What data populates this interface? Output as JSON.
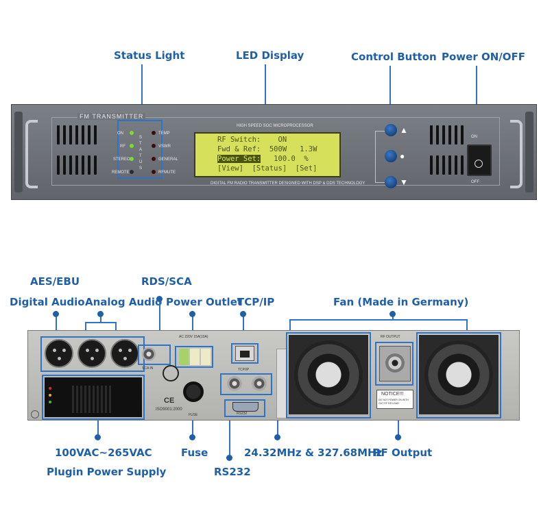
{
  "callouts_top": {
    "status_light": "Status Light",
    "led_display": "LED Display",
    "control_button": "Control Button",
    "power_on_off": "Power ON/OFF"
  },
  "front_panel": {
    "brand": "FM TRANSMITTER",
    "top_caption": "HIGH SPEED SOC MICROPROCESSOR",
    "bottom_caption": "DIGITAL FM RADIO TRANSMITTER DESIGNED WITH DSP & DDS TECHNOLOGY",
    "status_left": [
      "ON",
      "RF",
      "STEREO",
      "REMOTE"
    ],
    "status_right": [
      "TEMP",
      "VSWR",
      "GENERAL",
      "RFMUTE"
    ],
    "status_vertical": "STATUS",
    "lcd_lines": [
      "RF Switch:    ON",
      "Fwd & Ref:  500W   1.3W",
      "Power Set:   100.0  %",
      "[View]  [Status]  [Set]"
    ],
    "lcd_highlight": "Power Set:",
    "power_on": "ON",
    "power_off": "OFF",
    "colors": {
      "panel": "#6f737a",
      "lcd": "#d6e05a",
      "button": "#1c4f95",
      "accent": "#2f73c9"
    }
  },
  "callouts_bottom": {
    "aes_ebu": "AES/EBU",
    "digital_audio": "Digital Audio",
    "analog_audio": "Analog Audio",
    "rds_sca": "RDS/SCA",
    "power_outlet": "Power Outlet",
    "tcp_ip": "TCP/IP",
    "fan": "Fan (Made in Germany)",
    "voltage": "100VAC~265VAC",
    "plugin_psu": "Plugin Power Supply",
    "fuse": "Fuse",
    "rs232": "RS232",
    "frequency": "24.32MHz & 327.68MHz",
    "rf_output": "RF Output"
  },
  "rear_panel": {
    "sca_in": "SCA IN",
    "fuse_label": "FUSE",
    "tcpip_label": "TCP/IP",
    "rs232_label": "RS232",
    "ac_label": "AC 220V 15A(10A)",
    "rf_output_small": "RF OUTPUT",
    "notice": "NOTICE!!!",
    "notice_sub": "DO NOT POWER ON WITH OUT RF OR LOAD",
    "iso": "ISO9001:2000",
    "ce": "CE"
  }
}
